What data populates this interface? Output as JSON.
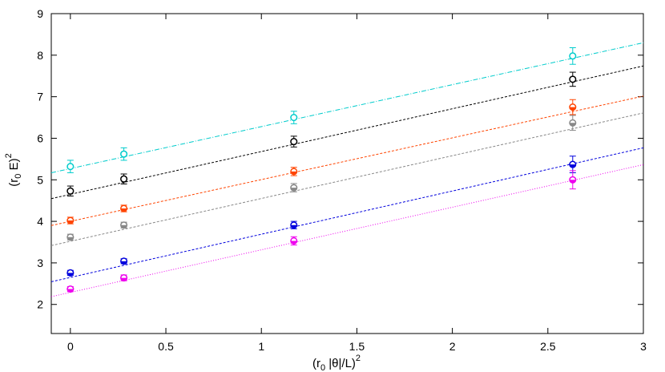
{
  "chart_data": {
    "type": "scatter",
    "title": "",
    "xlabel": {
      "pre": "(r",
      "sub": "0",
      "post": " |θ|/L)",
      "sup": "2"
    },
    "ylabel": {
      "pre": "(r",
      "sub": "0",
      "post": " E)",
      "sup": "2"
    },
    "xlim": [
      -0.1,
      3.0
    ],
    "ylim": [
      1.3,
      9.0
    ],
    "xticks": [
      "0",
      "0.5",
      "1",
      "1.5",
      "2",
      "2.5",
      "3"
    ],
    "xtick_values": [
      0,
      0.5,
      1,
      1.5,
      2,
      2.5,
      3
    ],
    "yticks": [
      "2",
      "3",
      "4",
      "5",
      "6",
      "7",
      "8",
      "9"
    ],
    "ytick_values": [
      2,
      3,
      4,
      5,
      6,
      7,
      8,
      9
    ],
    "grid": false,
    "x": [
      0.0,
      0.28,
      1.17,
      2.63
    ],
    "series": [
      {
        "color": "#00cccc",
        "marker": "open-circle",
        "line": "dash-dot",
        "values": [
          5.32,
          5.62,
          6.5,
          7.98
        ],
        "errors": [
          0.15,
          0.15,
          0.15,
          0.2
        ],
        "fit": {
          "intercept": 5.27,
          "slope": 1.01
        }
      },
      {
        "color": "#000000",
        "marker": "open-circle",
        "line": "dashed",
        "values": [
          4.73,
          5.02,
          5.92,
          7.42
        ],
        "errors": [
          0.12,
          0.12,
          0.13,
          0.17
        ],
        "fit": {
          "intercept": 4.65,
          "slope": 1.03
        }
      },
      {
        "color": "#ff4400",
        "marker": "half-circle",
        "line": "dashed",
        "values": [
          4.02,
          4.31,
          5.2,
          6.75
        ],
        "errors": [
          0.08,
          0.08,
          0.1,
          0.18
        ],
        "fit": {
          "intercept": 4.0,
          "slope": 1.005
        }
      },
      {
        "color": "#888888",
        "marker": "half-circle",
        "line": "dashed",
        "values": [
          3.62,
          3.91,
          4.81,
          6.37
        ],
        "errors": [
          0.07,
          0.07,
          0.1,
          0.18
        ],
        "fit": {
          "intercept": 3.52,
          "slope": 1.03
        }
      },
      {
        "color": "#0000dd",
        "marker": "half-circle",
        "line": "dashed",
        "values": [
          2.76,
          3.04,
          3.91,
          5.37
        ],
        "errors": [
          0.06,
          0.06,
          0.09,
          0.2
        ],
        "fit": {
          "intercept": 2.65,
          "slope": 1.04
        }
      },
      {
        "color": "#ee00ee",
        "marker": "half-circle",
        "line": "dotted",
        "values": [
          2.37,
          2.64,
          3.53,
          5.0
        ],
        "errors": [
          0.06,
          0.07,
          0.1,
          0.22
        ],
        "fit": {
          "intercept": 2.29,
          "slope": 1.025
        }
      }
    ]
  }
}
